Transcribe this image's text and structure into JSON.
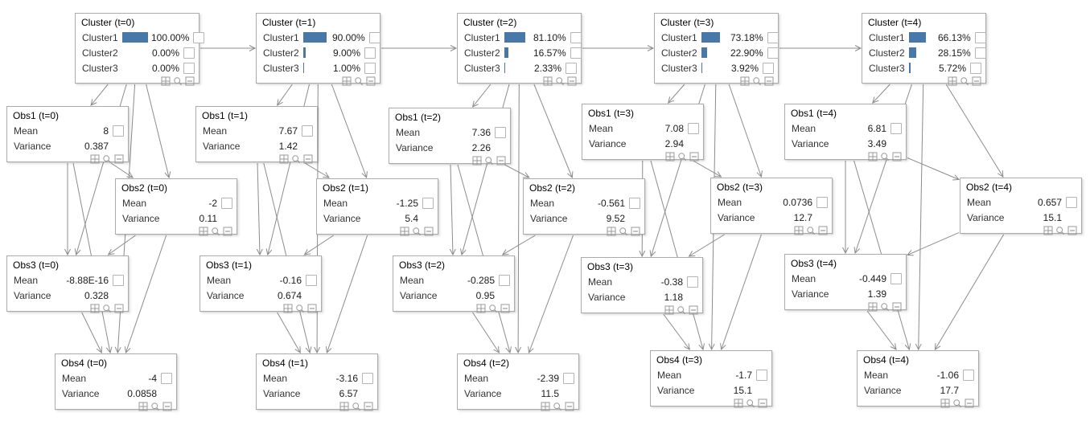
{
  "diagram": {
    "colors": {
      "bar": "#4878a8",
      "edge": "#8c8c8c",
      "node_border": "#ababab"
    },
    "node_toolbar_icons": [
      "table-icon",
      "magnifier-icon",
      "minus-icon"
    ],
    "nodes": [
      {
        "id": "cluster_t0",
        "kind": "cluster",
        "title": "Cluster (t=0)",
        "rows": [
          {
            "label": "Cluster1",
            "pct": "100.00%",
            "frac": 1.0
          },
          {
            "label": "Cluster2",
            "pct": "0.00%",
            "frac": 0.0
          },
          {
            "label": "Cluster3",
            "pct": "0.00%",
            "frac": 0.0
          }
        ]
      },
      {
        "id": "cluster_t1",
        "kind": "cluster",
        "title": "Cluster (t=1)",
        "rows": [
          {
            "label": "Cluster1",
            "pct": "90.00%",
            "frac": 0.9
          },
          {
            "label": "Cluster2",
            "pct": "9.00%",
            "frac": 0.09
          },
          {
            "label": "Cluster3",
            "pct": "1.00%",
            "frac": 0.01
          }
        ]
      },
      {
        "id": "cluster_t2",
        "kind": "cluster",
        "title": "Cluster (t=2)",
        "rows": [
          {
            "label": "Cluster1",
            "pct": "81.10%",
            "frac": 0.811
          },
          {
            "label": "Cluster2",
            "pct": "16.57%",
            "frac": 0.1657
          },
          {
            "label": "Cluster3",
            "pct": "2.33%",
            "frac": 0.0233
          }
        ]
      },
      {
        "id": "cluster_t3",
        "kind": "cluster",
        "title": "Cluster (t=3)",
        "rows": [
          {
            "label": "Cluster1",
            "pct": "73.18%",
            "frac": 0.7318
          },
          {
            "label": "Cluster2",
            "pct": "22.90%",
            "frac": 0.229
          },
          {
            "label": "Cluster3",
            "pct": "3.92%",
            "frac": 0.0392
          }
        ]
      },
      {
        "id": "cluster_t4",
        "kind": "cluster",
        "title": "Cluster (t=4)",
        "rows": [
          {
            "label": "Cluster1",
            "pct": "66.13%",
            "frac": 0.6613
          },
          {
            "label": "Cluster2",
            "pct": "28.15%",
            "frac": 0.2815
          },
          {
            "label": "Cluster3",
            "pct": "5.72%",
            "frac": 0.0572
          }
        ]
      },
      {
        "id": "obs1_t0",
        "kind": "obs",
        "title": "Obs1 (t=0)",
        "rows": [
          {
            "label": "Mean",
            "value": "8",
            "checkbox": true
          },
          {
            "label": "Variance",
            "value": "0.387",
            "checkbox": false
          }
        ]
      },
      {
        "id": "obs2_t0",
        "kind": "obs",
        "title": "Obs2 (t=0)",
        "rows": [
          {
            "label": "Mean",
            "value": "-2",
            "checkbox": true
          },
          {
            "label": "Variance",
            "value": "0.11",
            "checkbox": false
          }
        ]
      },
      {
        "id": "obs3_t0",
        "kind": "obs",
        "title": "Obs3 (t=0)",
        "rows": [
          {
            "label": "Mean",
            "value": "-8.88E-16",
            "checkbox": true
          },
          {
            "label": "Variance",
            "value": "0.328",
            "checkbox": false
          }
        ]
      },
      {
        "id": "obs4_t0",
        "kind": "obs",
        "title": "Obs4 (t=0)",
        "rows": [
          {
            "label": "Mean",
            "value": "-4",
            "checkbox": true
          },
          {
            "label": "Variance",
            "value": "0.0858",
            "checkbox": false
          }
        ]
      },
      {
        "id": "obs1_t1",
        "kind": "obs",
        "title": "Obs1 (t=1)",
        "rows": [
          {
            "label": "Mean",
            "value": "7.67",
            "checkbox": true
          },
          {
            "label": "Variance",
            "value": "1.42",
            "checkbox": false
          }
        ]
      },
      {
        "id": "obs2_t1",
        "kind": "obs",
        "title": "Obs2 (t=1)",
        "rows": [
          {
            "label": "Mean",
            "value": "-1.25",
            "checkbox": true
          },
          {
            "label": "Variance",
            "value": "5.4",
            "checkbox": false
          }
        ]
      },
      {
        "id": "obs3_t1",
        "kind": "obs",
        "title": "Obs3 (t=1)",
        "rows": [
          {
            "label": "Mean",
            "value": "-0.16",
            "checkbox": true
          },
          {
            "label": "Variance",
            "value": "0.674",
            "checkbox": false
          }
        ]
      },
      {
        "id": "obs4_t1",
        "kind": "obs",
        "title": "Obs4 (t=1)",
        "rows": [
          {
            "label": "Mean",
            "value": "-3.16",
            "checkbox": true
          },
          {
            "label": "Variance",
            "value": "6.57",
            "checkbox": false
          }
        ]
      },
      {
        "id": "obs1_t2",
        "kind": "obs",
        "title": "Obs1 (t=2)",
        "rows": [
          {
            "label": "Mean",
            "value": "7.36",
            "checkbox": true
          },
          {
            "label": "Variance",
            "value": "2.26",
            "checkbox": false
          }
        ]
      },
      {
        "id": "obs2_t2",
        "kind": "obs",
        "title": "Obs2 (t=2)",
        "rows": [
          {
            "label": "Mean",
            "value": "-0.561",
            "checkbox": true
          },
          {
            "label": "Variance",
            "value": "9.52",
            "checkbox": false
          }
        ]
      },
      {
        "id": "obs3_t2",
        "kind": "obs",
        "title": "Obs3 (t=2)",
        "rows": [
          {
            "label": "Mean",
            "value": "-0.285",
            "checkbox": true
          },
          {
            "label": "Variance",
            "value": "0.95",
            "checkbox": false
          }
        ]
      },
      {
        "id": "obs4_t2",
        "kind": "obs",
        "title": "Obs4 (t=2)",
        "rows": [
          {
            "label": "Mean",
            "value": "-2.39",
            "checkbox": true
          },
          {
            "label": "Variance",
            "value": "11.5",
            "checkbox": false
          }
        ]
      },
      {
        "id": "obs1_t3",
        "kind": "obs",
        "title": "Obs1 (t=3)",
        "rows": [
          {
            "label": "Mean",
            "value": "7.08",
            "checkbox": true
          },
          {
            "label": "Variance",
            "value": "2.94",
            "checkbox": false
          }
        ]
      },
      {
        "id": "obs2_t3",
        "kind": "obs",
        "title": "Obs2 (t=3)",
        "rows": [
          {
            "label": "Mean",
            "value": "0.0736",
            "checkbox": true
          },
          {
            "label": "Variance",
            "value": "12.7",
            "checkbox": false
          }
        ]
      },
      {
        "id": "obs3_t3",
        "kind": "obs",
        "title": "Obs3 (t=3)",
        "rows": [
          {
            "label": "Mean",
            "value": "-0.38",
            "checkbox": true
          },
          {
            "label": "Variance",
            "value": "1.18",
            "checkbox": false
          }
        ]
      },
      {
        "id": "obs4_t3",
        "kind": "obs",
        "title": "Obs4 (t=3)",
        "rows": [
          {
            "label": "Mean",
            "value": "-1.7",
            "checkbox": true
          },
          {
            "label": "Variance",
            "value": "15.1",
            "checkbox": false
          }
        ]
      },
      {
        "id": "obs1_t4",
        "kind": "obs",
        "title": "Obs1 (t=4)",
        "rows": [
          {
            "label": "Mean",
            "value": "6.81",
            "checkbox": true
          },
          {
            "label": "Variance",
            "value": "3.49",
            "checkbox": false
          }
        ]
      },
      {
        "id": "obs2_t4",
        "kind": "obs",
        "title": "Obs2 (t=4)",
        "rows": [
          {
            "label": "Mean",
            "value": "0.657",
            "checkbox": true
          },
          {
            "label": "Variance",
            "value": "15.1",
            "checkbox": false
          }
        ]
      },
      {
        "id": "obs3_t4",
        "kind": "obs",
        "title": "Obs3 (t=4)",
        "rows": [
          {
            "label": "Mean",
            "value": "-0.449",
            "checkbox": true
          },
          {
            "label": "Variance",
            "value": "1.39",
            "checkbox": false
          }
        ]
      },
      {
        "id": "obs4_t4",
        "kind": "obs",
        "title": "Obs4 (t=4)",
        "rows": [
          {
            "label": "Mean",
            "value": "-1.06",
            "checkbox": true
          },
          {
            "label": "Variance",
            "value": "17.7",
            "checkbox": false
          }
        ]
      }
    ],
    "edges": [
      [
        "cluster_t0",
        "cluster_t1"
      ],
      [
        "cluster_t1",
        "cluster_t2"
      ],
      [
        "cluster_t2",
        "cluster_t3"
      ],
      [
        "cluster_t3",
        "cluster_t4"
      ],
      [
        "cluster_t0",
        "obs1_t0"
      ],
      [
        "cluster_t0",
        "obs2_t0"
      ],
      [
        "cluster_t0",
        "obs3_t0"
      ],
      [
        "cluster_t0",
        "obs4_t0"
      ],
      [
        "obs1_t0",
        "obs2_t0"
      ],
      [
        "obs1_t0",
        "obs3_t0"
      ],
      [
        "obs1_t0",
        "obs4_t0"
      ],
      [
        "obs2_t0",
        "obs3_t0"
      ],
      [
        "obs2_t0",
        "obs4_t0"
      ],
      [
        "obs3_t0",
        "obs4_t0"
      ],
      [
        "cluster_t1",
        "obs1_t1"
      ],
      [
        "cluster_t1",
        "obs2_t1"
      ],
      [
        "cluster_t1",
        "obs3_t1"
      ],
      [
        "cluster_t1",
        "obs4_t1"
      ],
      [
        "obs1_t1",
        "obs2_t1"
      ],
      [
        "obs1_t1",
        "obs3_t1"
      ],
      [
        "obs1_t1",
        "obs4_t1"
      ],
      [
        "obs2_t1",
        "obs3_t1"
      ],
      [
        "obs2_t1",
        "obs4_t1"
      ],
      [
        "obs3_t1",
        "obs4_t1"
      ],
      [
        "cluster_t2",
        "obs1_t2"
      ],
      [
        "cluster_t2",
        "obs2_t2"
      ],
      [
        "cluster_t2",
        "obs3_t2"
      ],
      [
        "cluster_t2",
        "obs4_t2"
      ],
      [
        "obs1_t2",
        "obs2_t2"
      ],
      [
        "obs1_t2",
        "obs3_t2"
      ],
      [
        "obs1_t2",
        "obs4_t2"
      ],
      [
        "obs2_t2",
        "obs3_t2"
      ],
      [
        "obs2_t2",
        "obs4_t2"
      ],
      [
        "obs3_t2",
        "obs4_t2"
      ],
      [
        "cluster_t3",
        "obs1_t3"
      ],
      [
        "cluster_t3",
        "obs2_t3"
      ],
      [
        "cluster_t3",
        "obs3_t3"
      ],
      [
        "cluster_t3",
        "obs4_t3"
      ],
      [
        "obs1_t3",
        "obs2_t3"
      ],
      [
        "obs1_t3",
        "obs3_t3"
      ],
      [
        "obs1_t3",
        "obs4_t3"
      ],
      [
        "obs2_t3",
        "obs3_t3"
      ],
      [
        "obs2_t3",
        "obs4_t3"
      ],
      [
        "obs3_t3",
        "obs4_t3"
      ],
      [
        "cluster_t4",
        "obs1_t4"
      ],
      [
        "cluster_t4",
        "obs2_t4"
      ],
      [
        "cluster_t4",
        "obs3_t4"
      ],
      [
        "cluster_t4",
        "obs4_t4"
      ],
      [
        "obs1_t4",
        "obs2_t4"
      ],
      [
        "obs1_t4",
        "obs3_t4"
      ],
      [
        "obs1_t4",
        "obs4_t4"
      ],
      [
        "obs2_t4",
        "obs3_t4"
      ],
      [
        "obs2_t4",
        "obs4_t4"
      ],
      [
        "obs3_t4",
        "obs4_t4"
      ]
    ]
  }
}
